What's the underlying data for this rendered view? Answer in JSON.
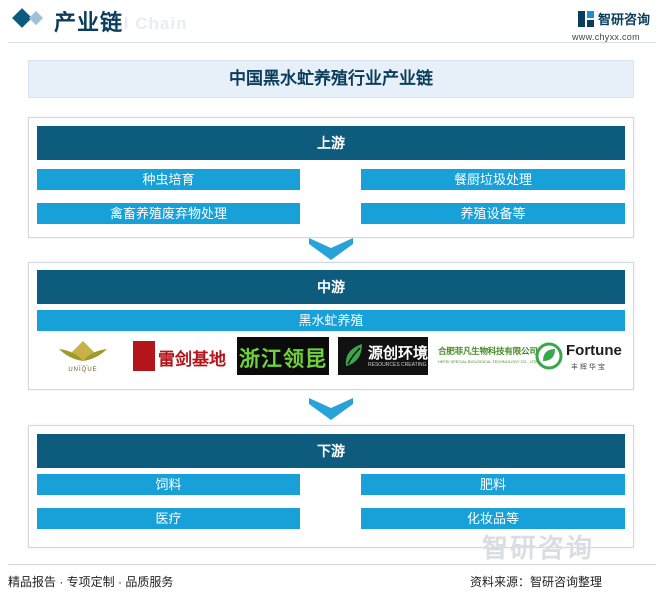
{
  "header": {
    "title": "产业链",
    "watermark": "rial Chain",
    "brand_name": "智研咨询",
    "brand_url": "www.chyxx.com"
  },
  "diagram": {
    "title": "中国黑水虻养殖行业产业链",
    "upstream": {
      "label": "上游",
      "items": [
        "种虫培育",
        "餐厨垃圾处理",
        "禽畜养殖废弃物处理",
        "养殖设备等"
      ]
    },
    "midstream": {
      "label": "中游",
      "item": "黑水虻养殖",
      "company_logos": [
        {
          "text": "UNIQUE",
          "icon": "lotus-logo"
        },
        {
          "text": "雷剑基地",
          "icon": "seal-logo"
        },
        {
          "text": "浙江领昆",
          "icon": "green-text-logo"
        },
        {
          "text": "源创环境",
          "icon": "leaf-logo",
          "subtext": "RESOURCES CREATING"
        },
        {
          "text": "合肥菲凡生物科技有限公司",
          "icon": "text-logo",
          "subtext": "HEFEI SPECIAL BIOLOGICAL TECHNOLOGY CO., LTD"
        },
        {
          "text": "Fortune",
          "icon": "leaf-circle-logo",
          "subtext": "丰 辉 华 宝"
        }
      ]
    },
    "downstream": {
      "label": "下游",
      "items": [
        "饲料",
        "肥料",
        "医疗",
        "化妆品等"
      ]
    }
  },
  "footer": {
    "left": "精品报告 · 专项定制 · 品质服务",
    "right": "资料来源：智研咨询整理",
    "watermark": "智研咨询"
  },
  "colors": {
    "dark": "#0d5b7d",
    "accent": "#18a0d9",
    "title_bg": "#e7f0f8"
  }
}
